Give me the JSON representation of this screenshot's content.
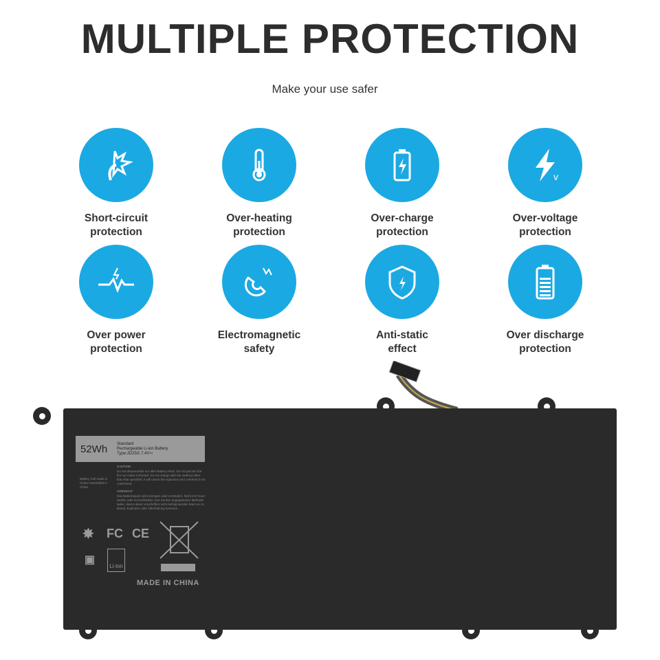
{
  "header": {
    "title": "MULTIPLE PROTECTION",
    "subtitle": "Make your use safer"
  },
  "accent_color": "#1ba9e3",
  "features": [
    {
      "icon": "short-circuit-icon",
      "line1": "Short-circuit",
      "line2": "protection"
    },
    {
      "icon": "thermometer-icon",
      "line1": "Over-heating",
      "line2": "protection"
    },
    {
      "icon": "battery-charge-icon",
      "line1": "Over-charge",
      "line2": "protection"
    },
    {
      "icon": "lightning-voltage-icon",
      "line1": "Over-voltage",
      "line2": "protection"
    },
    {
      "icon": "power-pulse-icon",
      "line1": "Over power",
      "line2": "protection"
    },
    {
      "icon": "magnet-icon",
      "line1": "Electromagnetic",
      "line2": "safety"
    },
    {
      "icon": "shield-icon",
      "line1": "Anti-static",
      "line2": "effect"
    },
    {
      "icon": "battery-level-icon",
      "line1": "Over discharge",
      "line2": "protection"
    }
  ],
  "battery": {
    "capacity": "52Wh",
    "spec1": "Standard",
    "spec2": "Rechargeable Li-ion Battery",
    "spec3": "Type:JD25G  7.4V⎓",
    "origin": "Battery Cell made in China Assembled in China",
    "caution_title": "CAUTION",
    "caution_text": "Do not disassemble nor alter Battery Pack. Do not put into the fire nor make it shorted. Do not charge with the method other than that specified. It will cause the explosion and overheat if not conformed.",
    "vorsicht_title": "VORSICHT",
    "vorsicht_text": "Das Batteriepack nicht zerlegen oder verändern. Nicht ins Feuer werfen oder kurzschließen. Nur mit den angegebenen Methode laden. Wenn diese Vorschriften nicht befolgt werden kann es zu Brand, Explosion oder Überhitzung kommen.",
    "fcc": "FC",
    "ce": "CE",
    "liion": "Li-ion",
    "made_in": "MADE IN CHINA"
  }
}
